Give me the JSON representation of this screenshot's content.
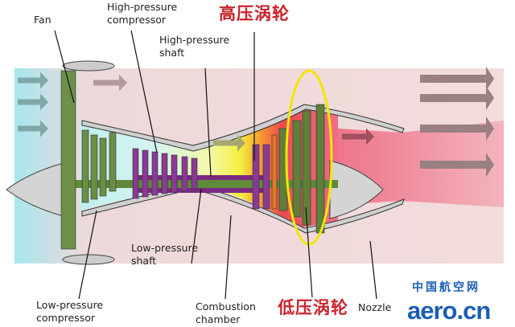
{
  "labels": {
    "fan": "Fan",
    "hp_compressor": [
      "High-pressure",
      "compressor"
    ],
    "hp_turbine_cn": "高压涡轮",
    "hp_shaft": [
      "High-pressure",
      "shaft"
    ],
    "lp_shaft": [
      "Low-pressure",
      "shaft"
    ],
    "lp_compressor": [
      "Low-pressure",
      "compressor"
    ],
    "combustion": [
      "Combustion",
      "chamber"
    ],
    "lp_turbine_cn": "低压涡轮",
    "nozzle": "Nozzle"
  },
  "watermark": {
    "cn": "中国航空网",
    "en": "aero.cn"
  },
  "colors": {
    "highlight": "#f2e600",
    "label_red": "#c8252b",
    "lp_green": "#5a7a3a",
    "hp_purple": "#7a2a82"
  }
}
